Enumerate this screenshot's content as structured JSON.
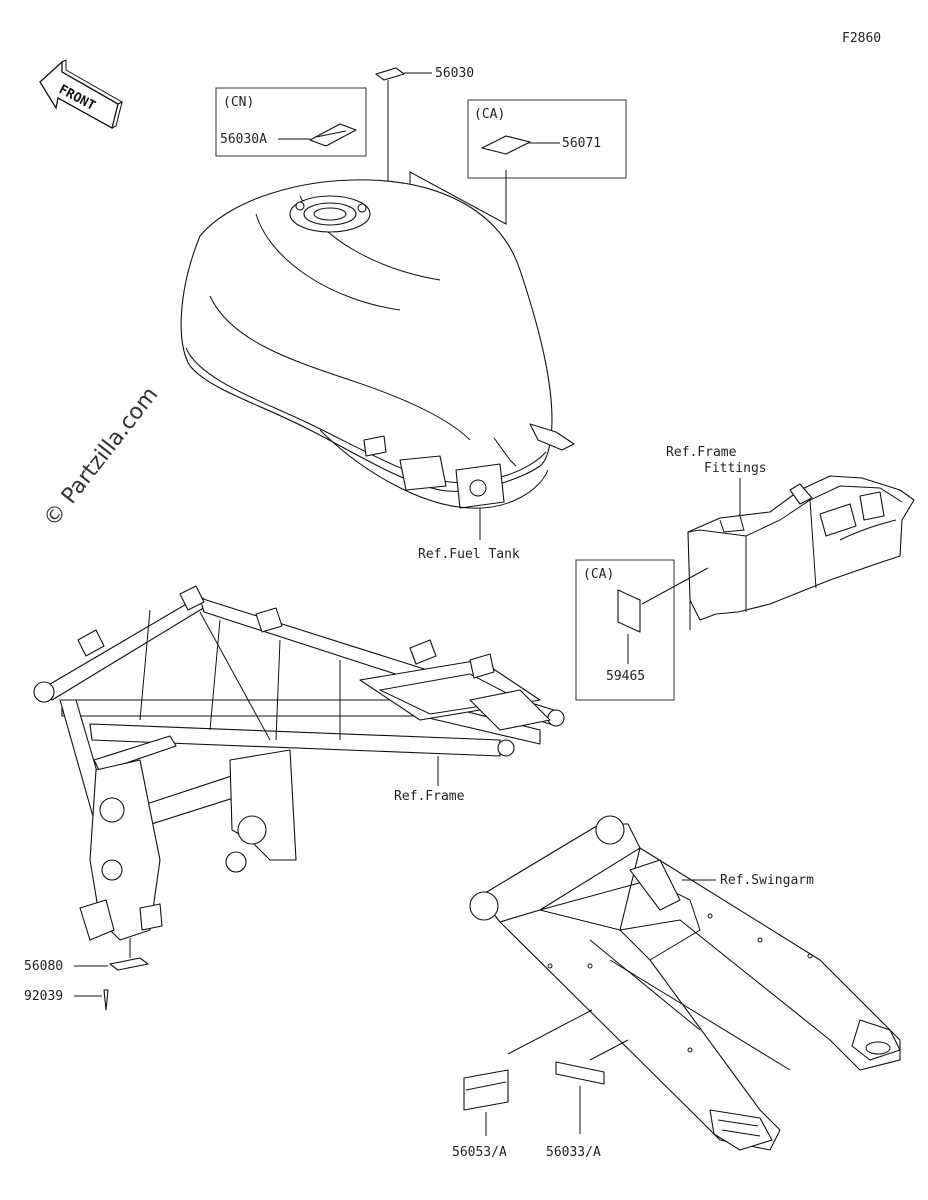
{
  "diagram_id": "F2860",
  "front_label": "FRONT",
  "watermark": "© Partzilla.com",
  "region_boxes": {
    "cn": "(CN)",
    "ca_top": "(CA)",
    "ca_mid": "(CA)"
  },
  "part_numbers": {
    "p56030": "56030",
    "p56030A": "56030A",
    "p56071": "56071",
    "p59465": "59465",
    "p56080": "56080",
    "p92039": "92039",
    "p56053A": "56053/A",
    "p56033A": "56033/A"
  },
  "references": {
    "fuel_tank": "Ref.Fuel Tank",
    "frame_fittings_1": "Ref.Frame",
    "frame_fittings_2": "Fittings",
    "frame": "Ref.Frame",
    "swingarm": "Ref.Swingarm"
  }
}
